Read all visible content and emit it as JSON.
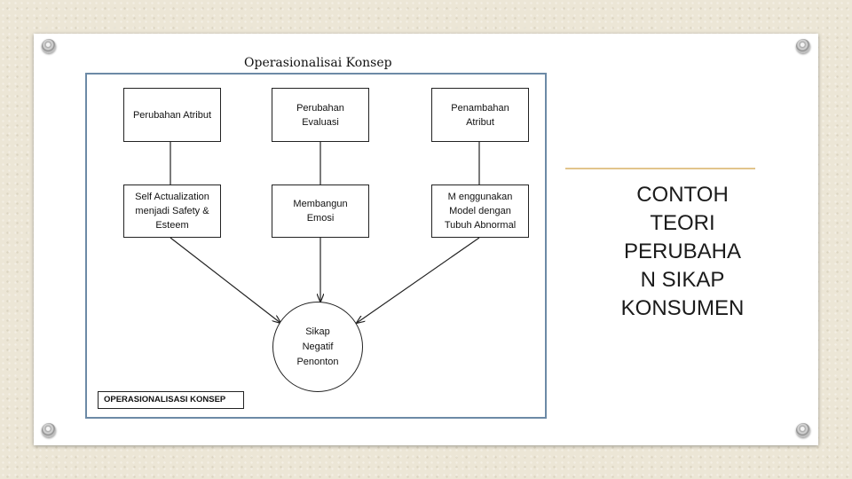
{
  "slide": {
    "title": "CONTOH\nTEORI\nPERUBAHA\nN SIKAP\nKONSUMEN",
    "accent_color": "#e2c58c"
  },
  "diagram": {
    "title": "Operasionalisai  Konsep",
    "top_row": [
      "Perubahan Atribut",
      "Perubahan\nEvaluasi",
      "Penambahan\nAtribut"
    ],
    "middle_row": [
      "Self Actualization\nmenjadi Safety &\nEsteem",
      "Membangun\nEmosi",
      "M enggunakan\nModel dengan\nTubuh Abnormal"
    ],
    "center_node": "Sikap\nNegatif\nPenonton",
    "caption": "OPERASIONALISASI KONSEP",
    "frame_color": "#6c8aa6"
  }
}
